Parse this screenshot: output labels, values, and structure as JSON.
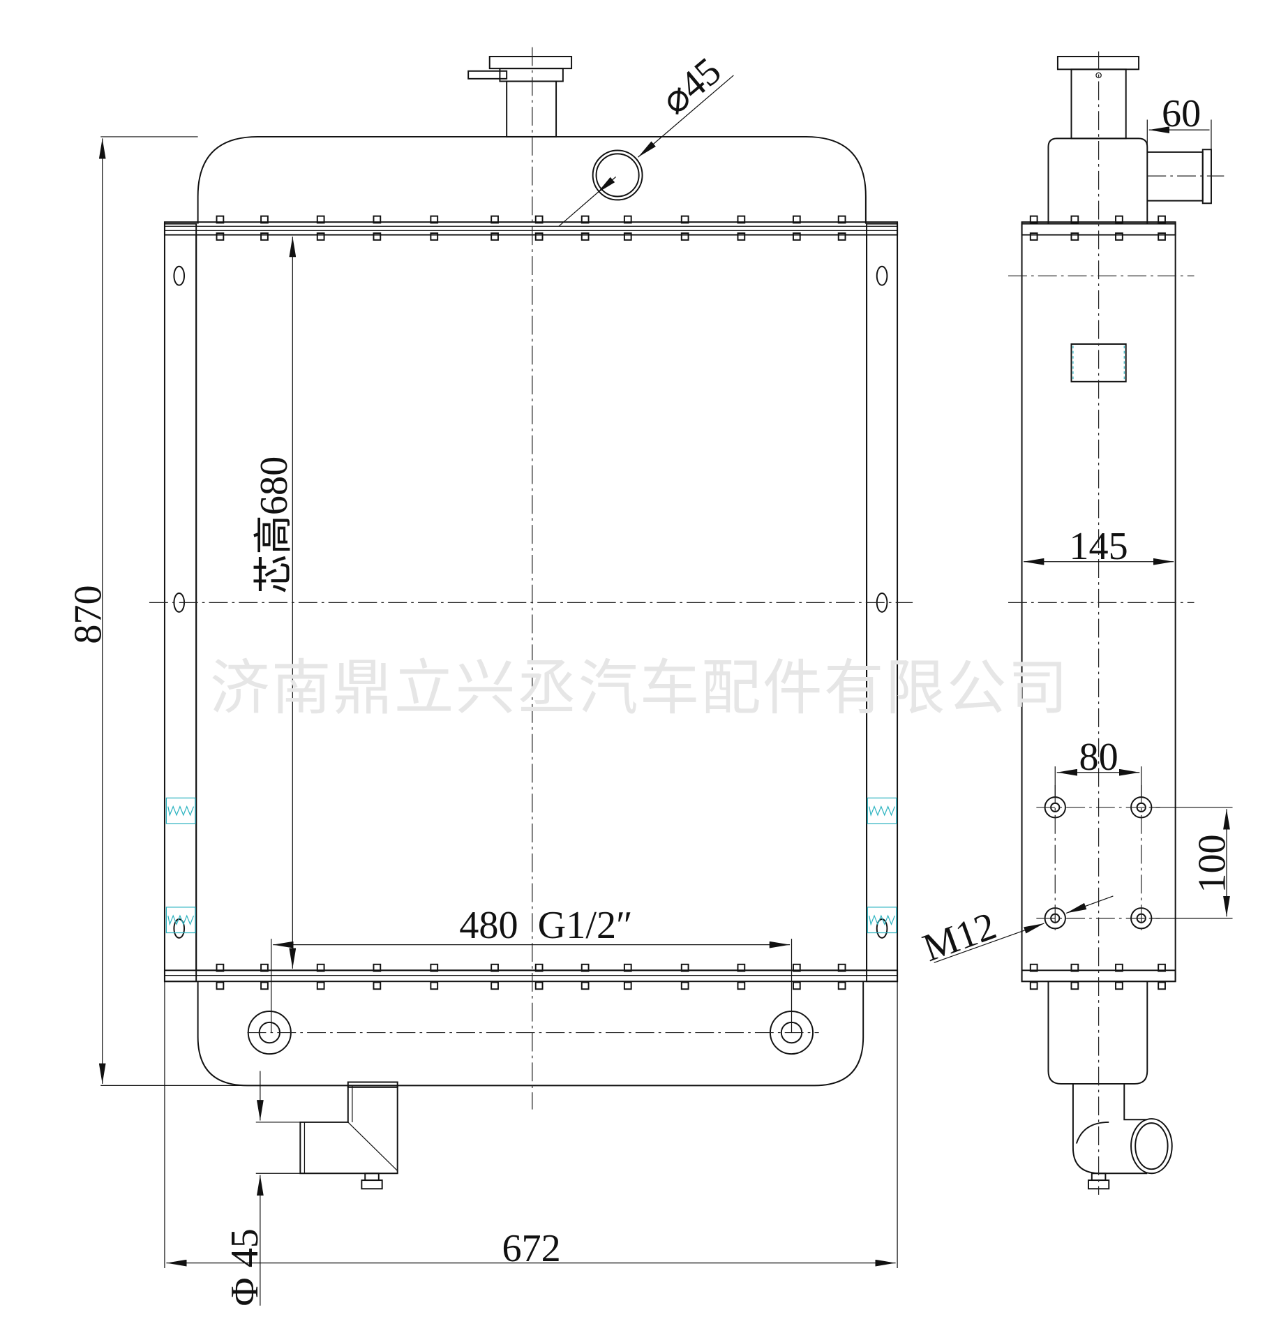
{
  "drawing": {
    "watermark": "济南鼎立兴丞汽车配件有限公司",
    "front_view": {
      "overall_height": "870",
      "core_height": "芯高680",
      "overall_width": "672",
      "port_spacing": "480  G1/2″",
      "inlet_diameter": "⌀45",
      "outlet_diameter": "Φ 45"
    },
    "side_view": {
      "outlet_offset": "60",
      "core_depth": "145",
      "mount_spacing_horizontal": "80",
      "mount_spacing_vertical": "100",
      "mount_bolt": "M12"
    },
    "colors": {
      "line": "#111111",
      "spring": "#2bb3c0",
      "watermark": "#e6e6e6"
    }
  }
}
